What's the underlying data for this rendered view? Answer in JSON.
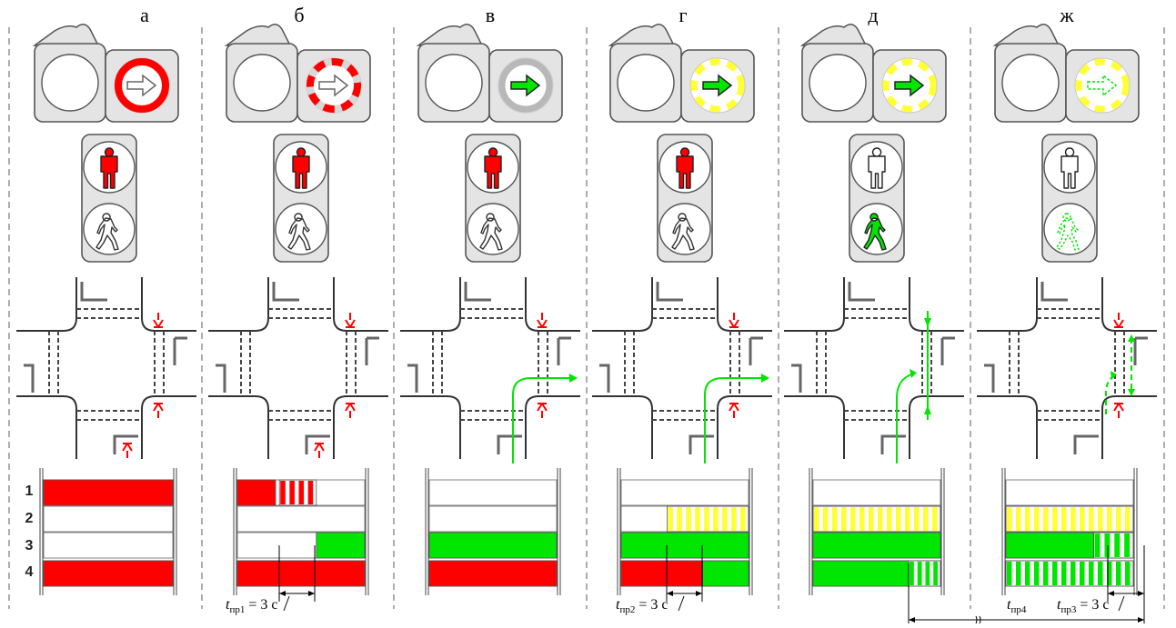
{
  "panels": [
    {
      "letter": "а",
      "arrow_state": "red-steady",
      "ped_state": "red",
      "moves": "none",
      "stop_marks": [
        "right-top",
        "right-bottom",
        "bottom"
      ],
      "bars": [
        [
          {
            "from": 0,
            "to": 1,
            "fill": "red"
          }
        ],
        [],
        [],
        [
          {
            "from": 0,
            "to": 1,
            "fill": "red"
          }
        ]
      ]
    },
    {
      "letter": "б",
      "arrow_state": "red-flashing",
      "ped_state": "red",
      "moves": "none",
      "stop_marks": [
        "right-top",
        "right-bottom",
        "bottom"
      ],
      "bars": [
        [
          {
            "from": 0,
            "to": 0.3,
            "fill": "red"
          },
          {
            "from": 0.33,
            "to": 0.62,
            "fill": "red-flash"
          }
        ],
        [],
        [
          {
            "from": 0.62,
            "to": 1,
            "fill": "green"
          }
        ],
        [
          {
            "from": 0,
            "to": 1,
            "fill": "red"
          }
        ]
      ]
    },
    {
      "letter": "в",
      "arrow_state": "green-steady",
      "ped_state": "red",
      "moves": "right-turn",
      "stop_marks": [
        "right-top",
        "right-bottom"
      ],
      "bars": [
        [],
        [],
        [
          {
            "from": 0,
            "to": 1,
            "fill": "green"
          }
        ],
        [
          {
            "from": 0,
            "to": 1,
            "fill": "red"
          }
        ]
      ]
    },
    {
      "letter": "г",
      "arrow_state": "green-yellow-flashing",
      "ped_state": "red",
      "moves": "right-turn",
      "stop_marks": [
        "right-top",
        "right-bottom"
      ],
      "bars": [
        [],
        [
          {
            "from": 0.36,
            "to": 1,
            "fill": "yellow-flash"
          }
        ],
        [
          {
            "from": 0,
            "to": 1,
            "fill": "green"
          }
        ],
        [
          {
            "from": 0,
            "to": 0.64,
            "fill": "red"
          },
          {
            "from": 0.64,
            "to": 1,
            "fill": "green"
          }
        ]
      ]
    },
    {
      "letter": "д",
      "arrow_state": "green-yellow-flashing",
      "ped_state": "green",
      "moves": "right-turn-and-pedestrian",
      "stop_marks": [],
      "bars": [
        [],
        [
          {
            "from": 0,
            "to": 1,
            "fill": "yellow-flash"
          }
        ],
        [
          {
            "from": 0,
            "to": 1,
            "fill": "green"
          }
        ],
        [
          {
            "from": 0,
            "to": 0.75,
            "fill": "green"
          },
          {
            "from": 0.75,
            "to": 1,
            "fill": "green-flash"
          }
        ]
      ]
    },
    {
      "letter": "ж",
      "arrow_state": "dashed-yellow",
      "ped_state": "green-flashing",
      "moves": "dashed",
      "stop_marks": [
        "right-top",
        "right-bottom"
      ],
      "bars": [
        [],
        [
          {
            "from": 0,
            "to": 1,
            "fill": "yellow-flash"
          }
        ],
        [
          {
            "from": 0,
            "to": 0.69,
            "fill": "green"
          },
          {
            "from": 0.69,
            "to": 1,
            "fill": "green-flash"
          }
        ],
        [
          {
            "from": 0,
            "to": 1,
            "fill": "green-flash"
          }
        ]
      ]
    }
  ],
  "rows": [
    "1",
    "2",
    "3",
    "4"
  ],
  "timing_labels": [
    {
      "t": "t",
      "sub": "пр1",
      "rest": " = 3 с"
    },
    {
      "t": "t",
      "sub": "пр2",
      "rest": " = 3 с"
    },
    {
      "t": "t",
      "sub": "пр4",
      "rest": ""
    },
    {
      "t": "t",
      "sub": "пр3",
      "rest": " = 3 с"
    }
  ],
  "colors": {
    "red": "#ff0000",
    "green": "#00e600",
    "yellow": "#ffff33",
    "housing": "#e4e4e4",
    "outline": "#555555",
    "road": "#333333",
    "flash_ring": "#b8b8b8"
  }
}
